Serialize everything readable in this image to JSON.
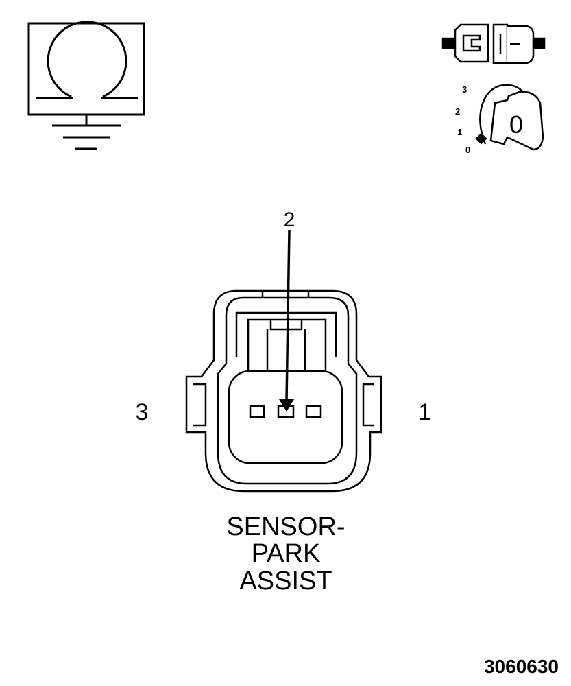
{
  "icons": {
    "resistance_symbol": "omega-ground-icon",
    "connector_symbol": "disconnected-connector-icon",
    "ignition_symbol": "ignition-key-off-icon"
  },
  "ignition": {
    "positions": [
      "3",
      "2",
      "1",
      "0"
    ],
    "key_state": "0"
  },
  "connector": {
    "pin_2": "2",
    "pin_3": "3",
    "pin_1": "1",
    "label_line1": "SENSOR-",
    "label_line2": "PARK",
    "label_line3": "ASSIST"
  },
  "figure_id": "3060630"
}
